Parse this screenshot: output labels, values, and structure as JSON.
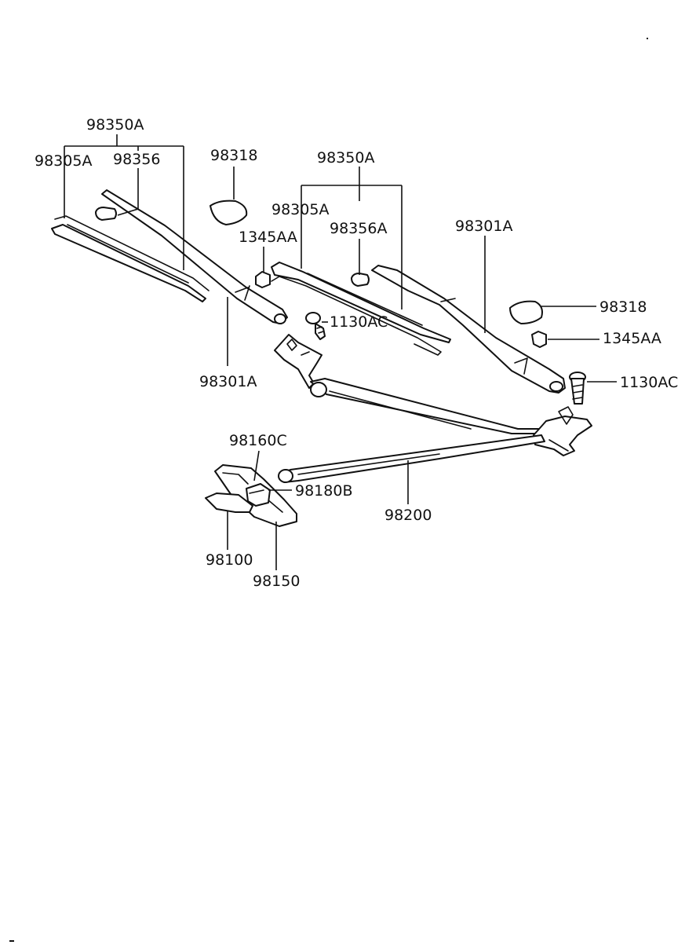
{
  "labels": {
    "left_assy": "98350A",
    "left_blade": "98305A",
    "left_refill": "98356",
    "left_cap": "98318",
    "left_nut": "1345AA",
    "left_bolt": "1130AC",
    "left_arm": "98301A",
    "right_assy": "98350A",
    "right_blade": "98305A",
    "right_refill": "98356A",
    "right_arm": "98301A",
    "right_cap": "98318",
    "right_nut": "1345AA",
    "right_bolt": "1130AC",
    "motor_bracket": "98160C",
    "grommet": "98180B",
    "linkage": "98200",
    "motor": "98100",
    "bracket": "98150"
  }
}
